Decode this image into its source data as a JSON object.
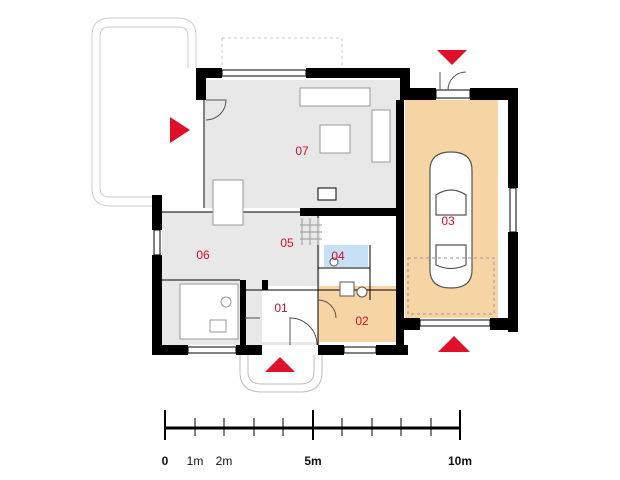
{
  "colors": {
    "wall": "#000000",
    "floor_gray": "#e8e8e8",
    "garage_floor": "#f7d4a4",
    "entry_floor": "#f7d4a4",
    "bath_floor": "#c6e0f5",
    "room_label": "#d0102a",
    "entrance_arrow": "#e0102a",
    "furniture_line": "#999999"
  },
  "rooms": [
    {
      "id": "01",
      "label": "01"
    },
    {
      "id": "02",
      "label": "02"
    },
    {
      "id": "03",
      "label": "03"
    },
    {
      "id": "04",
      "label": "04"
    },
    {
      "id": "05",
      "label": "05"
    },
    {
      "id": "06",
      "label": "06"
    },
    {
      "id": "07",
      "label": "07"
    }
  ],
  "scale": {
    "labels": [
      {
        "text": "0",
        "bold": true
      },
      {
        "text": "1m",
        "bold": false
      },
      {
        "text": "2m",
        "bold": false
      },
      {
        "text": "5m",
        "bold": true
      },
      {
        "text": "10m",
        "bold": true
      }
    ]
  },
  "icons": [
    "entrance-arrow-icon",
    "car-icon",
    "sofa-icon",
    "table-icon",
    "toilet-icon",
    "sink-icon",
    "stove-icon",
    "bathtub-icon"
  ]
}
